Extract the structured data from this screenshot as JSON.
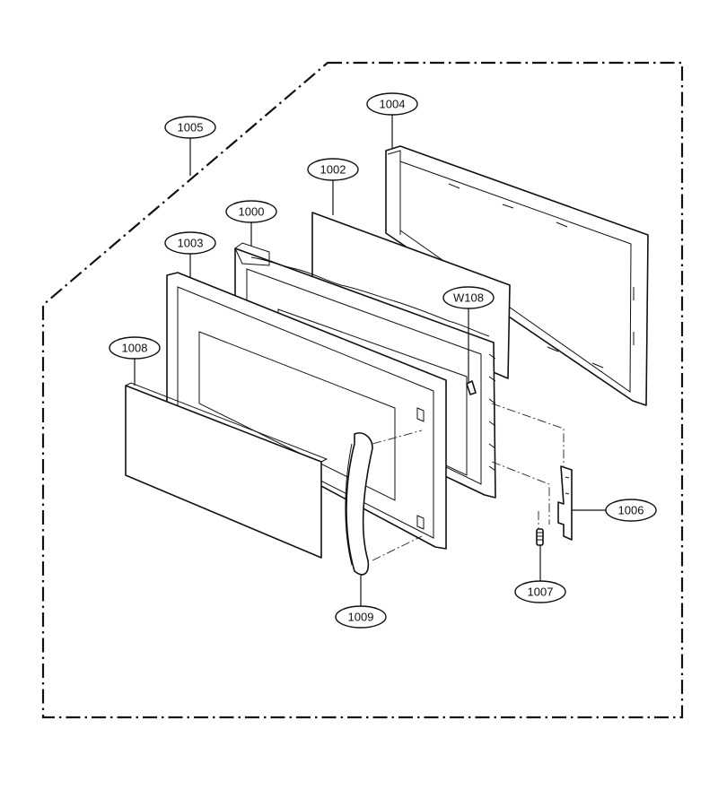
{
  "callouts": {
    "c1004": "1004",
    "c1005": "1005",
    "c1002": "1002",
    "c1000": "1000",
    "c1003": "1003",
    "cW108": "W108",
    "c1008": "1008",
    "c1006": "1006",
    "c1007": "1007",
    "c1009": "1009"
  },
  "colors": {
    "line": "#111111",
    "background": "#ffffff"
  }
}
